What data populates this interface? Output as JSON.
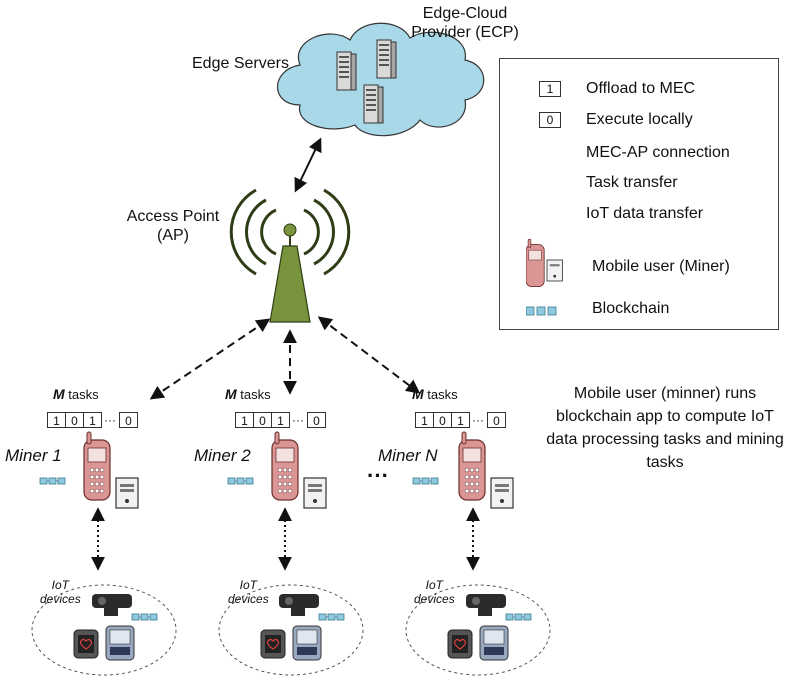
{
  "edge_cloud_label": "Edge-Cloud\nProvider (ECP)",
  "edge_servers_label": "Edge Servers",
  "access_point_label": "Access Point\n(AP)",
  "miners": [
    {
      "name": "Miner 1",
      "tasks_bold": "M",
      "tasks_text": " tasks",
      "vector": [
        "1",
        "0",
        "1",
        "0"
      ],
      "iot_label": "IoT\ndevices"
    },
    {
      "name": "Miner 2",
      "tasks_bold": "M",
      "tasks_text": " tasks",
      "vector": [
        "1",
        "0",
        "1",
        "0"
      ],
      "iot_label": "IoT\ndevices"
    },
    {
      "name": "Miner N",
      "tasks_bold": "M",
      "tasks_text": " tasks",
      "vector": [
        "1",
        "0",
        "1",
        "0"
      ],
      "iot_label": "IoT\ndevices"
    }
  ],
  "vector_ellipsis": "···",
  "miner_ellipsis": "···",
  "description": "Mobile user (minner) runs blockchain app to compute IoT data processing tasks and mining tasks",
  "legend": {
    "offload_box": "1",
    "offload_label": "Offload to MEC",
    "local_box": "0",
    "local_label": "Execute locally",
    "mec_ap_label": "MEC-AP connection",
    "task_transfer_label": "Task transfer",
    "iot_transfer_label": "IoT data transfer",
    "mobile_user_label": "Mobile user (Miner)",
    "blockchain_label": "Blockchain"
  },
  "colors": {
    "cloud_fill": "#a9d8e8",
    "tower_fill": "#77933c",
    "phone_fill": "#d99694",
    "block_fill": "#8ec9dd"
  }
}
